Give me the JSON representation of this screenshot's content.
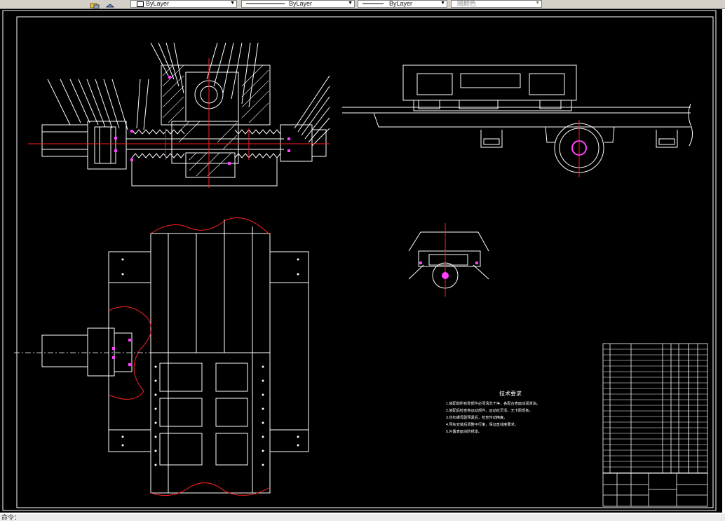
{
  "toolbar": {
    "layer_control_1": "ByLayer",
    "layer_control_2": "ByLayer",
    "layer_control_3": "ByLayer",
    "plot_style": "随颜色"
  },
  "drawing": {
    "tech_req_title": "技术要求",
    "tech_req_lines": [
      "1.装配前所有零部件必须清洗干净，各配合表面涂润滑油。",
      "2.装配后检查各运动部件，运动应灵活，无卡阻现象。",
      "3.丝杠螺母副预紧后，检查传动精度。",
      "4.导轨安装后调整平行度，保证直线度要求。",
      "5.外露表面涂防锈漆。"
    ]
  },
  "status": {
    "command_prompt": "命令："
  },
  "colors": {
    "background": "#000000",
    "line_white": "#ffffff",
    "line_red": "#ff2020",
    "line_magenta": "#ff40ff",
    "toolbar": "#d4d0c8"
  }
}
